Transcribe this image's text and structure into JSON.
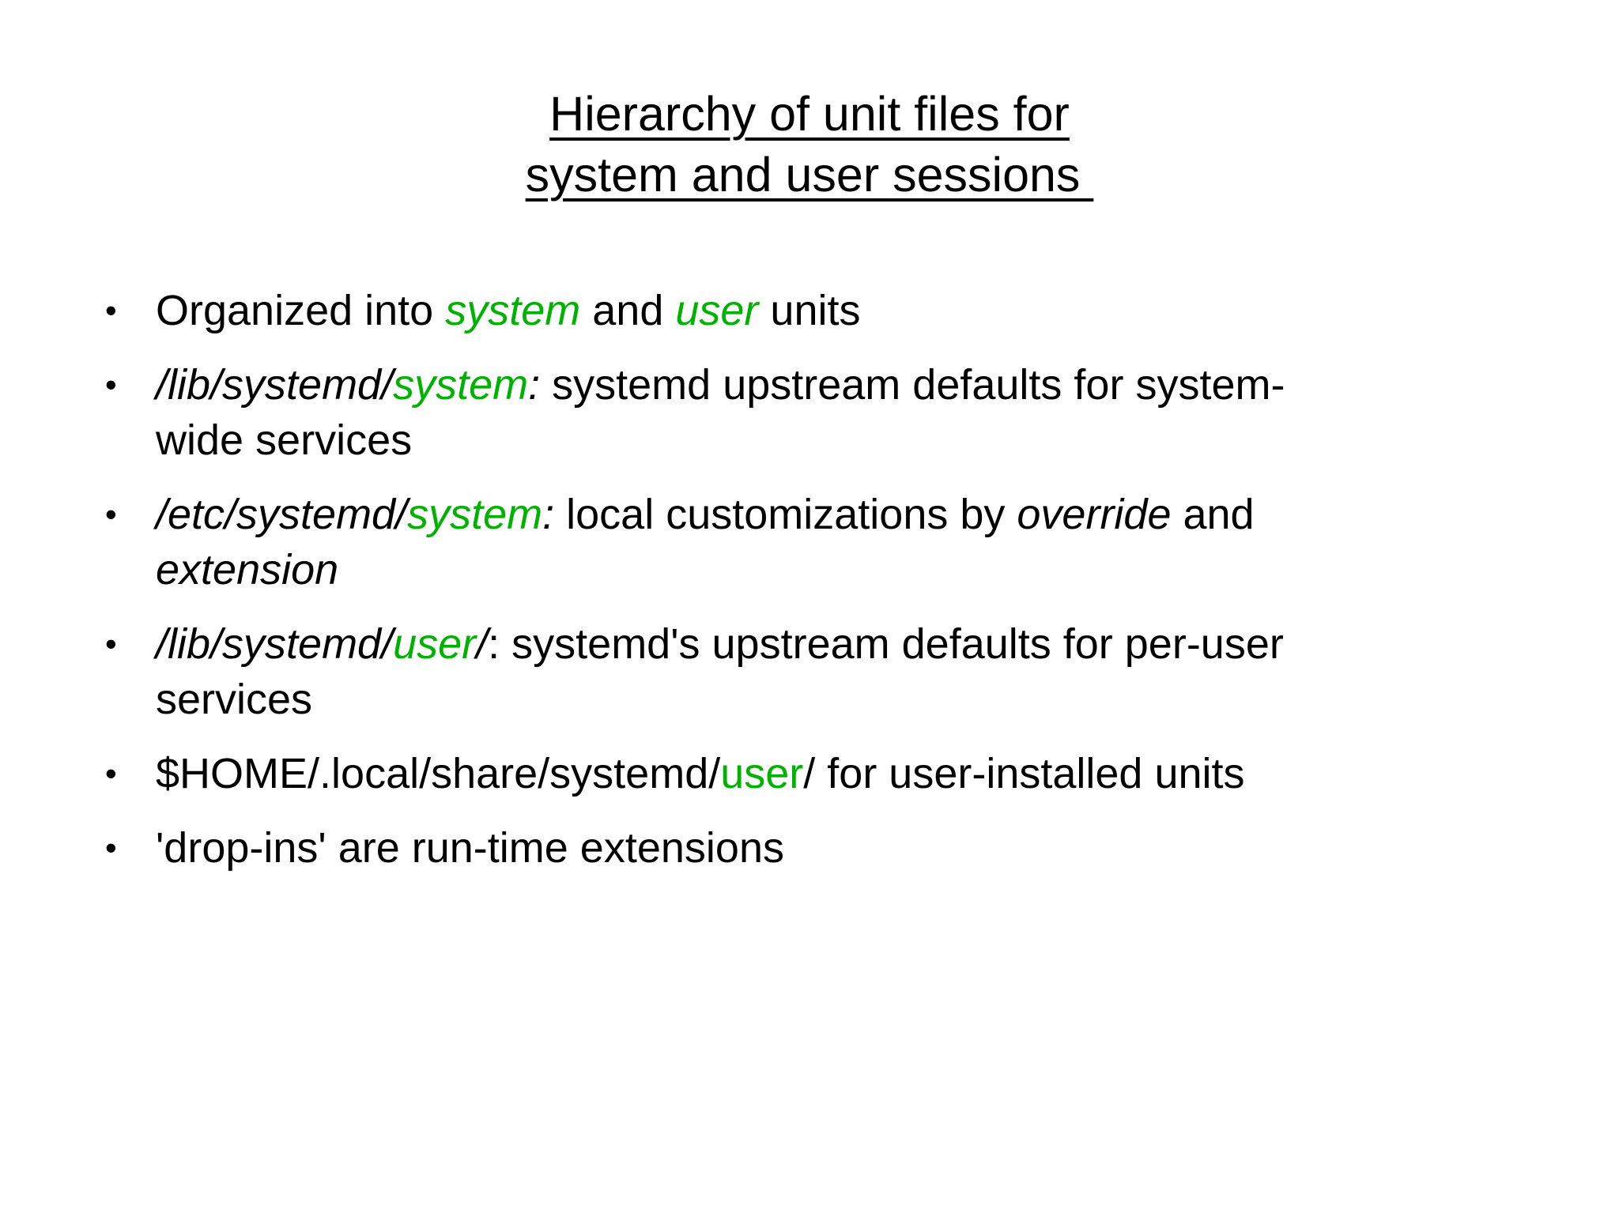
{
  "slide": {
    "background_color": "#ffffff",
    "text_color": "#000000",
    "accent_color": "#00b200",
    "title": {
      "line1": "Hierarchy of unit files for",
      "line2": "system and user sessions "
    },
    "bullets": [
      {
        "id": "bullet-organized",
        "marker": "•",
        "segments": [
          {
            "text": "Organized into ",
            "style": "plain"
          },
          {
            "text": "system",
            "style": "green-italic"
          },
          {
            "text": " and ",
            "style": "plain"
          },
          {
            "text": "user",
            "style": "green-italic"
          },
          {
            "text": " units",
            "style": "plain"
          }
        ]
      },
      {
        "id": "bullet-lib-systemd-system",
        "marker": "•",
        "segments": [
          {
            "text": "/lib/systemd/",
            "style": "italic"
          },
          {
            "text": "system",
            "style": "green-italic"
          },
          {
            "text": ":",
            "style": "italic"
          },
          {
            "text": " systemd upstream defaults for system-wide services",
            "style": "plain"
          }
        ]
      },
      {
        "id": "bullet-etc-systemd-system",
        "marker": "•",
        "segments": [
          {
            "text": "/etc/systemd/",
            "style": "italic"
          },
          {
            "text": "system",
            "style": "green-italic"
          },
          {
            "text": ":",
            "style": "italic"
          },
          {
            "text": " local customizations by ",
            "style": "plain"
          },
          {
            "text": "override",
            "style": "italic"
          },
          {
            "text": " and ",
            "style": "plain"
          },
          {
            "text": "extension",
            "style": "italic"
          }
        ]
      },
      {
        "id": "bullet-lib-systemd-user",
        "marker": "•",
        "segments": [
          {
            "text": "/lib/systemd/",
            "style": "italic"
          },
          {
            "text": "user",
            "style": "green-italic"
          },
          {
            "text": "/",
            "style": "italic"
          },
          {
            "text": ": systemd's upstream defaults for per-user services",
            "style": "plain"
          }
        ]
      },
      {
        "id": "bullet-home-local-share-systemd-user",
        "marker": "•",
        "segments": [
          {
            "text": "$HOME/.local/share/systemd/",
            "style": "plain"
          },
          {
            "text": "user",
            "style": "green"
          },
          {
            "text": "/ for user-installed units",
            "style": "plain"
          }
        ]
      },
      {
        "id": "bullet-drop-ins",
        "marker": "•",
        "segments": [
          {
            "text": "'drop-ins' are run-time extensions",
            "style": "plain"
          }
        ]
      }
    ]
  }
}
